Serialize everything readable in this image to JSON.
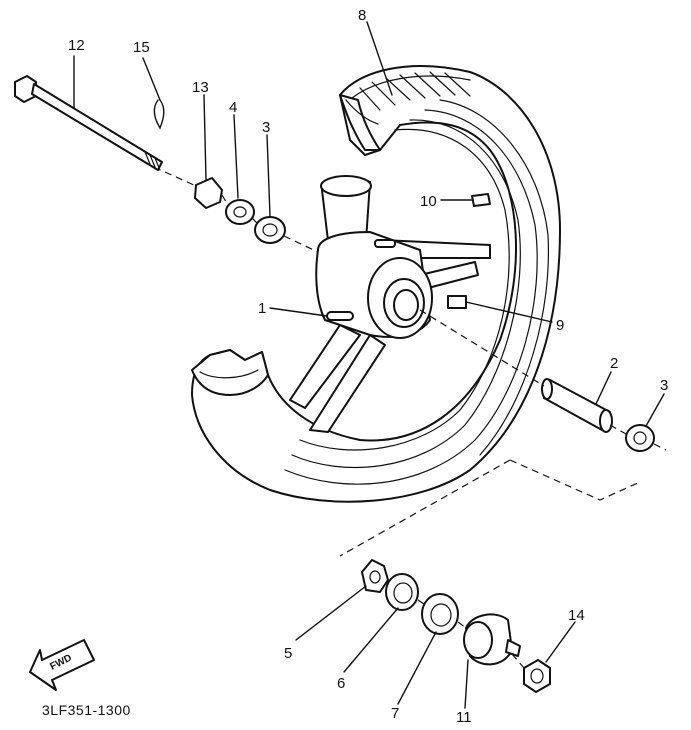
{
  "diagram": {
    "code": "3LF351-1300",
    "fwd_label": "FWD",
    "callouts": [
      {
        "id": "c8",
        "text": "8"
      },
      {
        "id": "c12",
        "text": "12"
      },
      {
        "id": "c15",
        "text": "15"
      },
      {
        "id": "c13",
        "text": "13"
      },
      {
        "id": "c4",
        "text": "4"
      },
      {
        "id": "c3a",
        "text": "3"
      },
      {
        "id": "c10",
        "text": "10"
      },
      {
        "id": "c1",
        "text": "1"
      },
      {
        "id": "c9",
        "text": "9"
      },
      {
        "id": "c2",
        "text": "2"
      },
      {
        "id": "c3b",
        "text": "3"
      },
      {
        "id": "c5",
        "text": "5"
      },
      {
        "id": "c6",
        "text": "6"
      },
      {
        "id": "c7",
        "text": "7"
      },
      {
        "id": "c11",
        "text": "11"
      },
      {
        "id": "c14",
        "text": "14"
      }
    ]
  }
}
